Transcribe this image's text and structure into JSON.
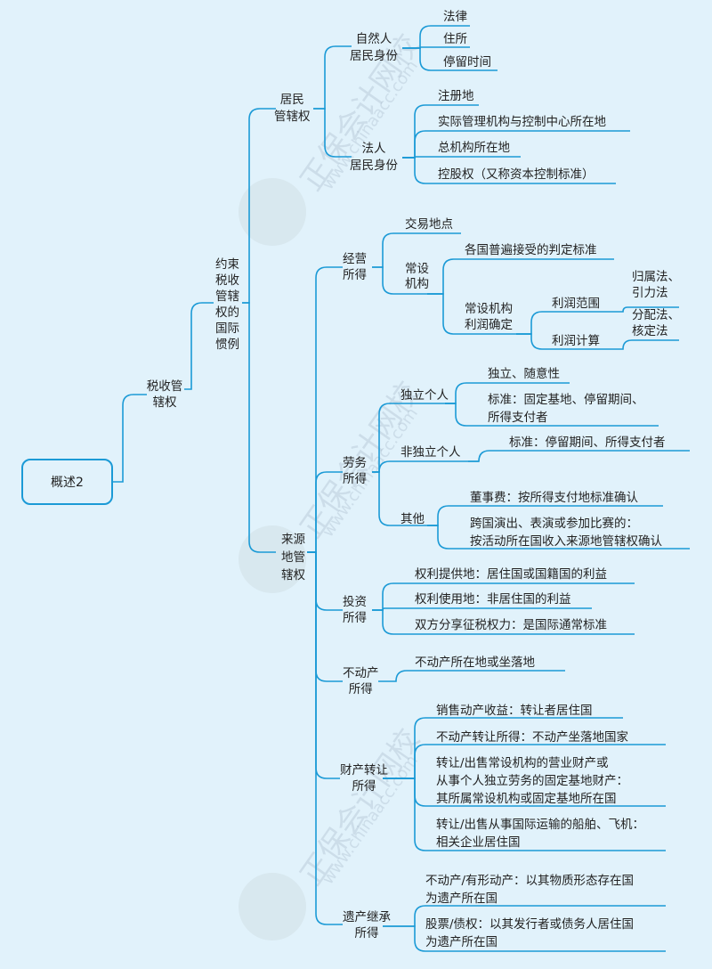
{
  "root": "概述2",
  "level1": "税收管辖权",
  "level2": [
    "约束",
    "税收",
    "管辖",
    "权的",
    "国际",
    "惯例"
  ],
  "residence": {
    "label": [
      "居民",
      "管辖权"
    ],
    "natural": {
      "label": [
        "自然人",
        "居民身份"
      ],
      "items": [
        "法律",
        "住所",
        "停留时间"
      ]
    },
    "legal": {
      "label": [
        "法人",
        "居民身份"
      ],
      "items": [
        "注册地",
        "实际管理机构与控制中心所在地",
        "总机构所在地",
        "控股权（又称资本控制标准）"
      ]
    }
  },
  "source": {
    "label": [
      "来源",
      "地管",
      "辖权"
    ],
    "business": {
      "label": [
        "经营",
        "所得"
      ],
      "place": "交易地点",
      "pe": {
        "label": [
          "常设",
          "机构"
        ],
        "criteria": "各国普遍接受的判定标准",
        "profit": {
          "label": [
            "常设机构",
            "利润确定"
          ],
          "scope": "利润范围",
          "scope_methods": [
            "归属法、",
            "引力法"
          ],
          "calc": "利润计算",
          "calc_methods": [
            "分配法、",
            "核定法"
          ]
        }
      }
    },
    "labor": {
      "label": [
        "劳务",
        "所得"
      ],
      "independent": {
        "label": "独立个人",
        "items": [
          "独立、随意性",
          [
            "标准：固定基地、停留期间、",
            "所得支付者"
          ]
        ]
      },
      "dependent": {
        "label": "非独立个人",
        "item": "标准：停留期间、所得支付者"
      },
      "other": {
        "label": "其他",
        "items": [
          "董事费：按所得支付地标准确认",
          [
            "跨国演出、表演或参加比赛的：",
            "按活动所在国收入来源地管辖权确认"
          ]
        ]
      }
    },
    "investment": {
      "label": [
        "投资",
        "所得"
      ],
      "items": [
        "权利提供地：居住国或国籍国的利益",
        "权利使用地：非居住国的利益",
        "双方分享征税权力：是国际通常标准"
      ]
    },
    "realestate": {
      "label": [
        "不动产",
        "所得"
      ],
      "item": "不动产所在地或坐落地"
    },
    "transfer": {
      "label": [
        "财产转让",
        "所得"
      ],
      "items": [
        [
          "销售动产收益：转让者居住国"
        ],
        [
          "不动产转让所得：不动产坐落地国家"
        ],
        [
          "转让/出售常设机构的营业财产或",
          "从事个人独立劳务的固定基地财产：",
          "其所属常设机构或固定基地所在国"
        ],
        [
          "转让/出售从事国际运输的船舶、飞机：",
          "相关企业居住国"
        ]
      ]
    },
    "inheritance": {
      "label": [
        "遗产继承",
        "所得"
      ],
      "items": [
        [
          "不动产/有形动产：以其物质形态存在国",
          "为遗产所在国"
        ],
        [
          "股票/债权：以其发行者或债务人居住国",
          "为遗产所在国"
        ]
      ]
    }
  },
  "watermark": {
    "cn": "正保会计网校",
    "url": "www.chinaacc.com"
  },
  "colors": {
    "line": "#1b9ad6",
    "background": "#e1f2fb"
  }
}
